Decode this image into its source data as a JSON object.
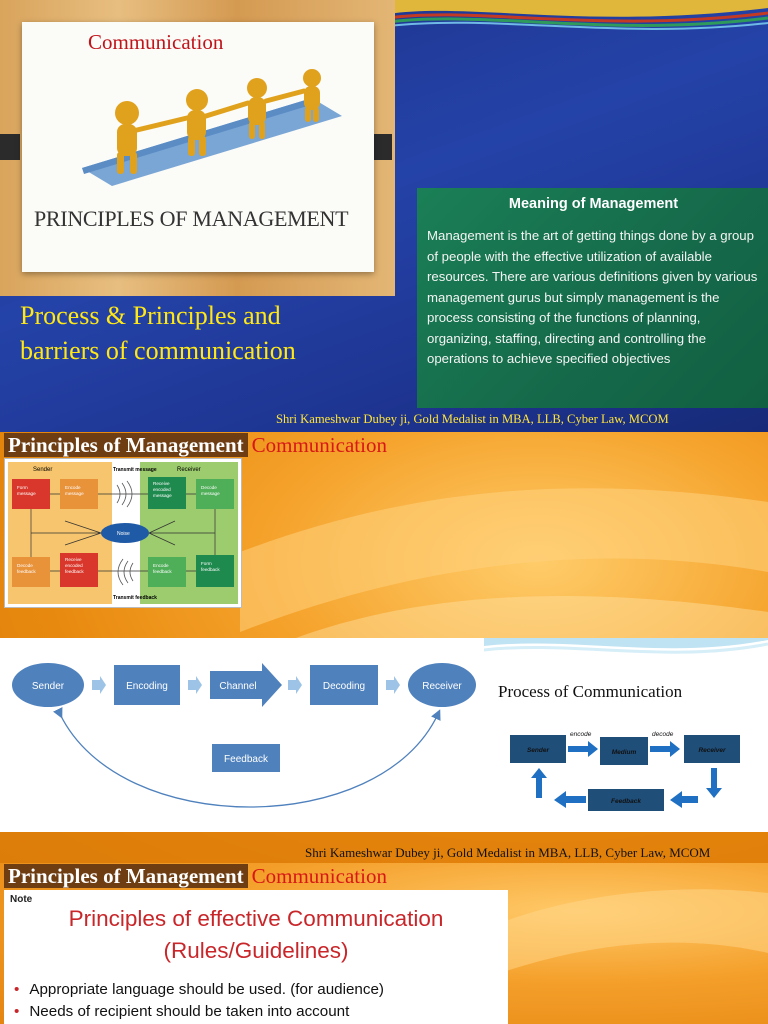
{
  "slide1": {
    "card_title": "Communication",
    "card_subtitle": "PRINCIPLES OF MANAGEMENT",
    "process_line1": "Process & Principles and",
    "process_line2": "barriers of communication",
    "meaning_title": "Meaning of Management",
    "meaning_text": "Management is the art of getting things done by a group of people with the effective utilization of available resources. There are various definitions given by various management gurus but simply management is the process consisting of the functions of planning, organizing, staffing, directing and controlling the operations to achieve specified objectives",
    "credit": "Shri Kameshwar Dubey ji, Gold Medalist in MBA, LLB, Cyber Law, MCOM"
  },
  "slide2": {
    "header_left": "Principles of Management",
    "header_right": "Communication",
    "model": {
      "sender_label": "Sender",
      "receiver_label": "Receiver",
      "transmit_message": "Transmit message",
      "transmit_feedback": "Transmit feedback",
      "noise": "Noise",
      "boxes": [
        "Form message",
        "Encode message",
        "Receive encoded message",
        "Decode message",
        "Decode feedback",
        "Receive encoded feedback",
        "Encode feedback",
        "Form feedback"
      ]
    },
    "flow": {
      "nodes": [
        "Sender",
        "Encoding",
        "Channel",
        "Decoding",
        "Receiver"
      ],
      "feedback": "Feedback"
    },
    "process": {
      "title": "Process of Communication",
      "sender": "Sender",
      "medium": "Medium",
      "receiver": "Receiver",
      "feedback": "Feedback",
      "encode": "encode",
      "decode": "decode"
    },
    "credit": "Shri Kameshwar Dubey ji, Gold Medalist in MBA, LLB, Cyber Law, MCOM"
  },
  "slide3": {
    "header_left": "Principles of Management",
    "header_right": "Communication",
    "note_label": "Note",
    "title_line1": "Principles of effective Communication",
    "title_line2": "(Rules/Guidelines)",
    "bullets": [
      "Appropriate language should be used. (for audience)",
      "Needs of recipient should be taken into account"
    ]
  },
  "colors": {
    "blue_bg": "#2443a8",
    "green_box": "#15694a",
    "yellow_text": "#ffe816",
    "orange_bg": "#f5a32c",
    "header_brown": "#6f3d12",
    "accent_red": "#c9262a",
    "flow_blue": "#4f81bd",
    "process_navy": "#1f4e79"
  }
}
